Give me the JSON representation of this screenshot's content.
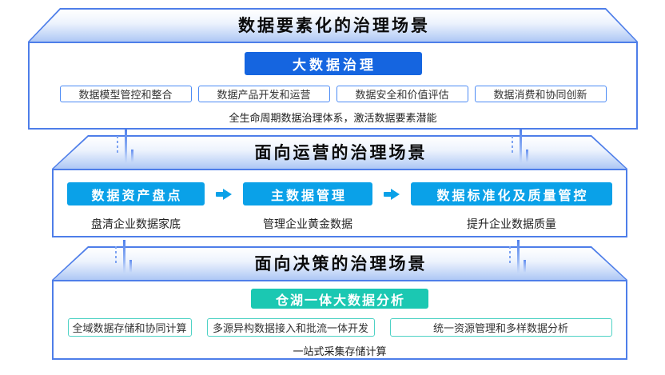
{
  "colors": {
    "primary_blue": "#1565E0",
    "cyan": "#0AA1E8",
    "teal": "#1BC8B2",
    "layer_border_blue": "#4E7EE9",
    "tag_border_blue": "#4C8BF5",
    "tag_border_teal": "#4ED2C5"
  },
  "sections": [
    {
      "title": "数据要素化的治理场景",
      "button": "大数据治理",
      "boxes": [
        "数据模型管控和整合",
        "数据产品开发和运营",
        "数据安全和价值评估",
        "数据消费和协同创新"
      ],
      "caption": "全生命周期数据治理体系，激活数据要素潜能"
    },
    {
      "title": "面向运营的治理场景",
      "steps": [
        {
          "button": "数据资产盘点",
          "label": "盘清企业数据家底"
        },
        {
          "button": "主数据管理",
          "label": "管理企业黄金数据"
        },
        {
          "button": "数据标准化及质量管控",
          "label": "提升企业数据质量"
        }
      ]
    },
    {
      "title": "面向决策的治理场景",
      "button": "仓湖一体大数据分析",
      "boxes": [
        "全域数据存储和协同计算",
        "多源异构数据接入和批流一体开发",
        "统一资源管理和多样数据分析"
      ],
      "caption": "一站式采集存储计算"
    }
  ]
}
